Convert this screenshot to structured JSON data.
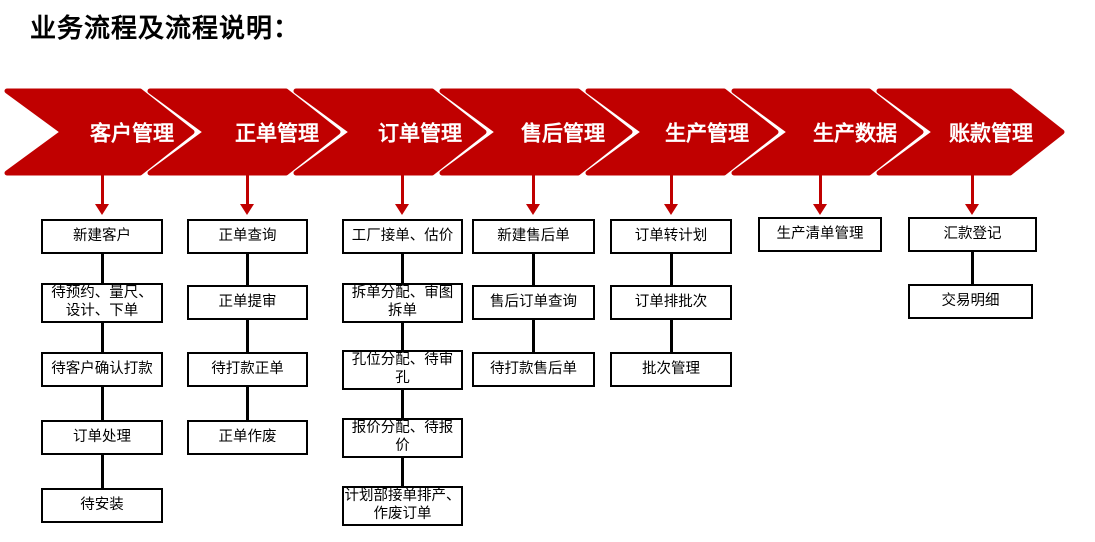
{
  "title": "业务流程及流程说明：",
  "colors": {
    "stage_red": "#C00000",
    "box_border": "#000000",
    "background": "#ffffff",
    "stage_text": "#ffffff"
  },
  "flow": {
    "stages": [
      {
        "label": "客户管理",
        "steps": [
          "新建客户",
          "待预约、量尺、\n设计、下单",
          "待客户确认打款",
          "订单处理",
          "待安装"
        ]
      },
      {
        "label": "正单管理",
        "steps": [
          "正单查询",
          "正单提审",
          "待打款正单",
          "正单作废"
        ]
      },
      {
        "label": "订单管理",
        "steps": [
          "工厂接单、估价",
          "拆单分配、审图\n拆单",
          "孔位分配、待审\n孔",
          "报价分配、待报\n价",
          "计划部接单排产、\n作废订单"
        ]
      },
      {
        "label": "售后管理",
        "steps": [
          "新建售后单",
          "售后订单查询",
          "待打款售后单"
        ]
      },
      {
        "label": "生产管理",
        "steps": [
          "订单转计划",
          "订单排批次",
          "批次管理"
        ]
      },
      {
        "label": "生产数据",
        "steps": [
          "生产清单管理"
        ]
      },
      {
        "label": "账款管理",
        "steps": [
          "汇款登记",
          "交易明细"
        ]
      }
    ]
  }
}
